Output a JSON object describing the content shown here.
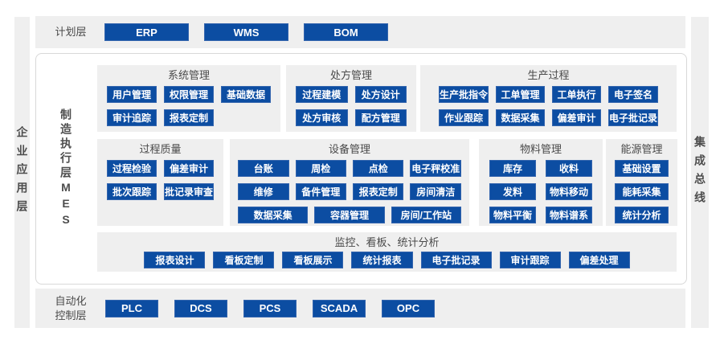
{
  "colors": {
    "accent_blue": "#0c4da2",
    "panel_gray": "#efefef",
    "label_gray": "#4a4a4a",
    "box_border": "#d8d8d8"
  },
  "left_bar": {
    "label": "企业应用层"
  },
  "right_bar": {
    "label": "集成总线"
  },
  "planning": {
    "label": "计划层",
    "items": [
      "ERP",
      "WMS",
      "BOM"
    ]
  },
  "mes": {
    "label": "制造执行层MES",
    "groups": {
      "system": {
        "title": "系统管理",
        "items": [
          "用户管理",
          "权限管理",
          "基础数据",
          "审计追踪",
          "报表定制"
        ]
      },
      "recipe": {
        "title": "处方管理",
        "items": [
          "过程建模",
          "处方设计",
          "处方审核",
          "配方管理"
        ]
      },
      "production": {
        "title": "生产过程",
        "items": [
          "生产批指令",
          "工单管理",
          "工单执行",
          "电子签名",
          "作业跟踪",
          "数据采集",
          "偏差审计",
          "电子批记录"
        ]
      },
      "quality": {
        "title": "过程质量",
        "items": [
          "过程检验",
          "偏差审计",
          "批次跟踪",
          "批记录审查"
        ]
      },
      "equipment": {
        "title": "设备管理",
        "items": [
          "台账",
          "周检",
          "点检",
          "电子秤校准",
          "维修",
          "备件管理",
          "报表定制",
          "房间清洁",
          "数据采集",
          "容器管理",
          "房间/工作站"
        ]
      },
      "material": {
        "title": "物料管理",
        "items": [
          "库存",
          "收料",
          "发料",
          "物料移动",
          "物料平衡",
          "物料谱系"
        ]
      },
      "energy": {
        "title": "能源管理",
        "items": [
          "基础设置",
          "能耗采集",
          "统计分析"
        ]
      },
      "monitor": {
        "title": "监控、看板、统计分析",
        "items": [
          "报表设计",
          "看板定制",
          "看板展示",
          "统计报表",
          "电子批记录",
          "审计跟踪",
          "偏差处理"
        ]
      }
    }
  },
  "automation": {
    "label": "自动化控制层",
    "items": [
      "PLC",
      "DCS",
      "PCS",
      "SCADA",
      "OPC"
    ]
  }
}
